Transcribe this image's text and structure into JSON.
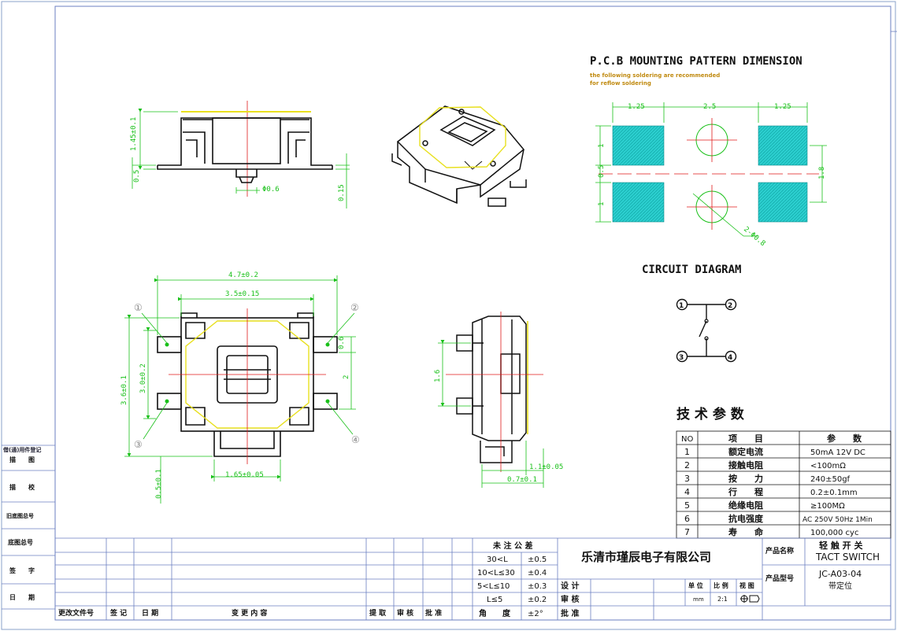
{
  "pcb": {
    "title": "P.C.B MOUNTING PATTERN DIMENSION",
    "note1": "the following soldering are recommended",
    "note2": "for reflow soldering",
    "dim_left": "1.25",
    "dim_mid": "2.5",
    "dim_right": "1.25",
    "dim_v1": "1",
    "dim_v2": "0.5",
    "dim_v3": "1",
    "dim_total": "1.8",
    "hole": "2-Φ0.8"
  },
  "circuit": {
    "title": "CIRCUIT DIAGRAM",
    "p1": "1",
    "p2": "2",
    "p3": "3",
    "p4": "4"
  },
  "side_view": {
    "dim_h1": "1.45±0.1",
    "dim_h2": "0.5",
    "dim_015": "0.15",
    "dim_phi": "Φ0.6"
  },
  "top_view": {
    "dim_47": "4.7±0.2",
    "dim_35": "3.5±0.15",
    "dim_36": "3.6±0.1",
    "dim_30": "3.0±0.2",
    "dim_2": "2",
    "dim_06": "0.6",
    "dim_165": "1.65±0.05",
    "dim_05": "0.5±0.1",
    "p1": "①",
    "p2": "②",
    "p3": "③",
    "p4": "④"
  },
  "right_view": {
    "dim_16": "1.6",
    "dim_11": "1.1±0.05",
    "dim_07": "0.7±0.1"
  },
  "specs": {
    "title": "技 术 参 数",
    "headers": [
      "NO",
      "项　　目",
      "参　　数"
    ],
    "rows": [
      {
        "no": "1",
        "item": "额定电流",
        "value": "50mA 12V DC"
      },
      {
        "no": "2",
        "item": "接触电阻",
        "value": "<100mΩ"
      },
      {
        "no": "3",
        "item": "按　　力",
        "value": "240±50gf"
      },
      {
        "no": "4",
        "item": "行　　程",
        "value": "0.2±0.1mm"
      },
      {
        "no": "5",
        "item": "绝缘电阻",
        "value": "≥100MΩ"
      },
      {
        "no": "6",
        "item": "抗电强度",
        "value": "AC 250V 50Hz 1Min"
      },
      {
        "no": "7",
        "item": "寿　　命",
        "value": "100,000 cyc"
      }
    ]
  },
  "sidebar": {
    "l1": "借(通)用件登记",
    "l2": "描　　图",
    "l3": "描　　校",
    "l4": "旧底图总号",
    "l5": "底图总号",
    "l6": "签　　字",
    "l7": "日　　期"
  },
  "titleblock": {
    "tol_title": "未 注 公 差",
    "tol_rows": [
      {
        "range": "30<L",
        "tol": "±0.5"
      },
      {
        "range": "10<L≤30",
        "tol": "±0.4"
      },
      {
        "range": "5<L≤10",
        "tol": "±0.3"
      },
      {
        "range": "L≤5",
        "tol": "±0.2"
      }
    ],
    "angle_label": "角　　度",
    "angle_tol": "±2°",
    "company": "乐清市瑾辰电子有限公司",
    "design": "设 计",
    "review": "审 核",
    "approve": "批 准",
    "prod_name_label": "产品名称",
    "prod_name_cn": "轻 触 开 关",
    "prod_name_en": "TACT SWITCH",
    "prod_model_label": "产品型号",
    "prod_model": "JC-A03-04",
    "prod_model_sub": "带定位",
    "unit_label": "单 位",
    "scale_label": "比 例",
    "view_label": "视 图",
    "unit": "mm",
    "scale": "2:1",
    "rev_file": "更改文件号",
    "sign": "签 记",
    "date": "日 期",
    "change": "变 更 内 容",
    "extract": "提 取",
    "audit": "审 核",
    "approve2": "批 准"
  }
}
